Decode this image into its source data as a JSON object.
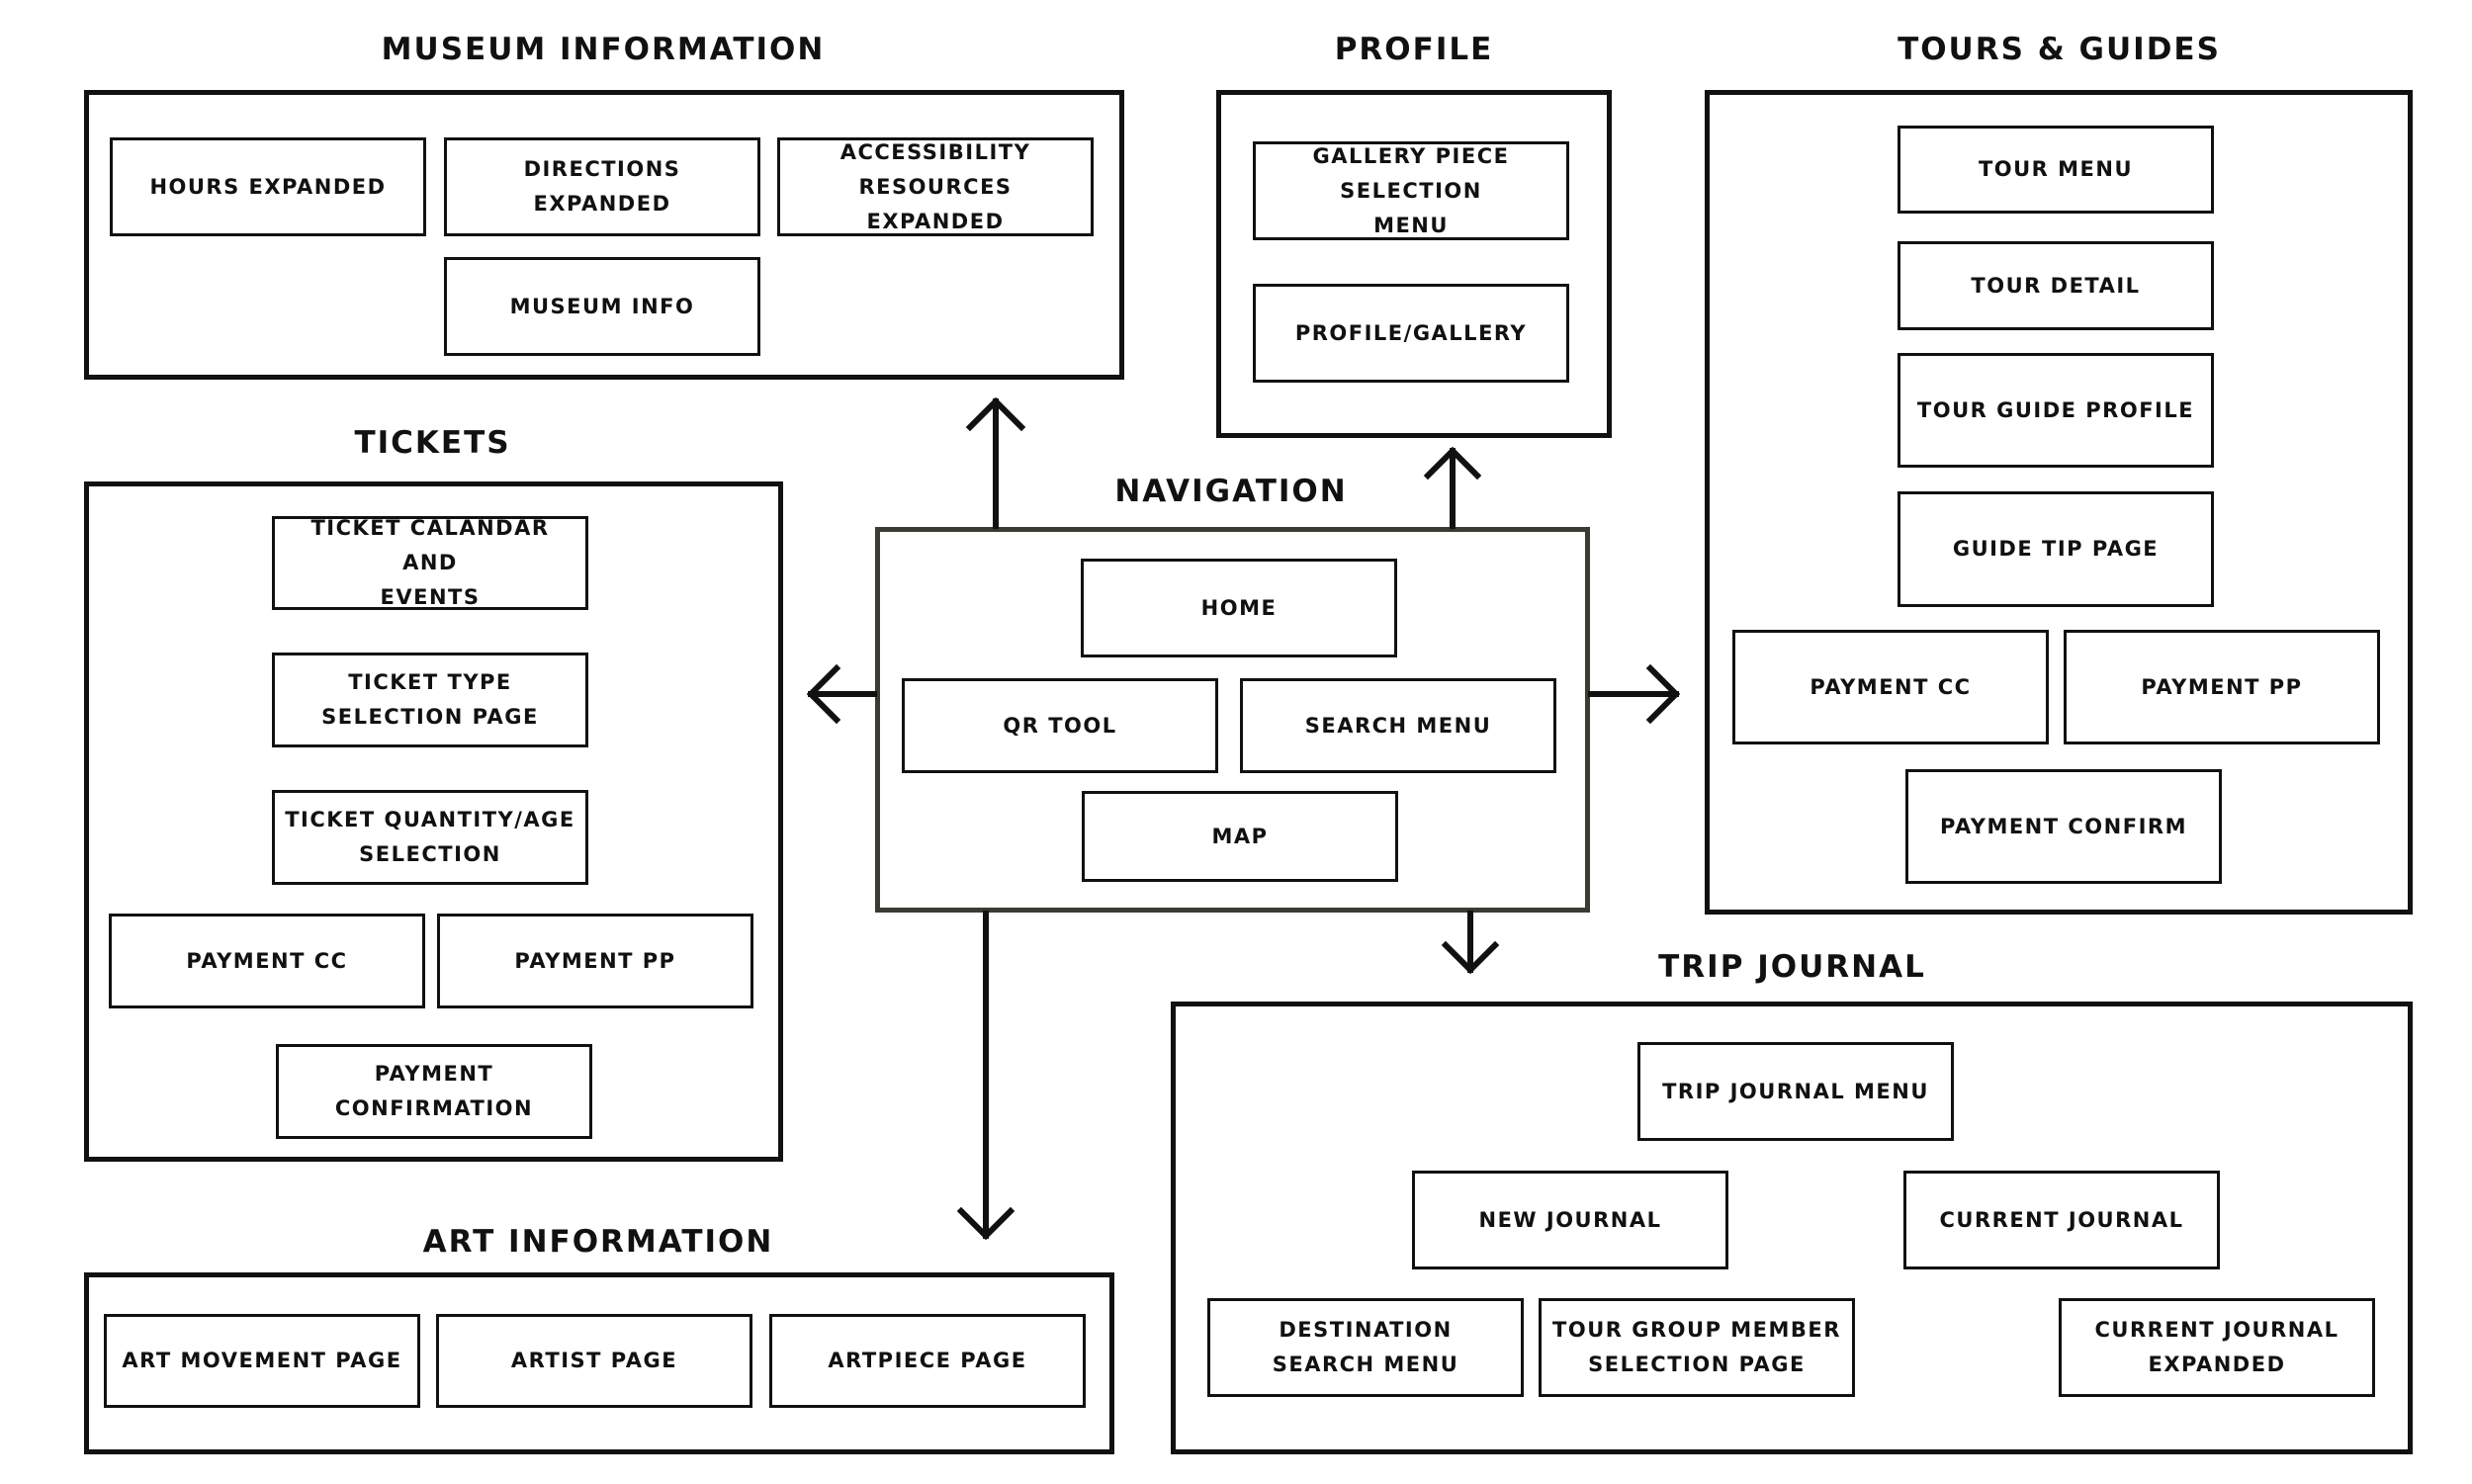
{
  "titles": {
    "museum_information": "MUSEUM INFORMATION",
    "profile": "PROFILE",
    "tours_guides": "TOURS & GUIDES",
    "tickets": "TICKETS",
    "navigation": "NAVIGATION",
    "trip_journal": "TRIP JOURNAL",
    "art_information": "ART INFORMATION"
  },
  "museum_information": {
    "hours": "HOURS EXPANDED",
    "directions": "DIRECTIONS EXPANDED",
    "accessibility": "ACCESSIBILITY RESOURCES\nEXPANDED",
    "museum_info": "MUSEUM INFO"
  },
  "profile": {
    "gallery_selection": "GALLERY PIECE SELECTION\nMENU",
    "profile_gallery": "PROFILE/GALLERY"
  },
  "tours_guides": {
    "tour_menu": "TOUR MENU",
    "tour_detail": "TOUR DETAIL",
    "guide_profile": "TOUR GUIDE PROFILE",
    "guide_tip": "GUIDE TIP PAGE",
    "payment_cc": "PAYMENT CC",
    "payment_pp": "PAYMENT PP",
    "payment_confirm": "PAYMENT CONFIRM"
  },
  "tickets": {
    "calendar": "TICKET CALANDAR AND\nEVENTS",
    "type": "TICKET TYPE\nSELECTION PAGE",
    "quantity": "TICKET QUANTITY/AGE\nSELECTION",
    "payment_cc": "PAYMENT CC",
    "payment_pp": "PAYMENT PP",
    "payment_confirmation": "PAYMENT\nCONFIRMATION"
  },
  "navigation": {
    "home": "HOME",
    "qr_tool": "QR TOOL",
    "search_menu": "SEARCH MENU",
    "map": "MAP"
  },
  "trip_journal": {
    "menu": "TRIP JOURNAL MENU",
    "new_journal": "NEW JOURNAL",
    "current_journal": "CURRENT JOURNAL",
    "destination_search": "DESTINATION\nSEARCH MENU",
    "tour_group": "TOUR GROUP MEMBER\nSELECTION PAGE",
    "current_expanded": "CURRENT JOURNAL\nEXPANDED"
  },
  "art_information": {
    "art_movement": "ART MOVEMENT PAGE",
    "artist": "ARTIST PAGE",
    "artpiece": "ARTPIECE PAGE"
  },
  "colors": {
    "stroke": "#111111",
    "nav_border": "#3b3b33",
    "background": "#ffffff"
  }
}
